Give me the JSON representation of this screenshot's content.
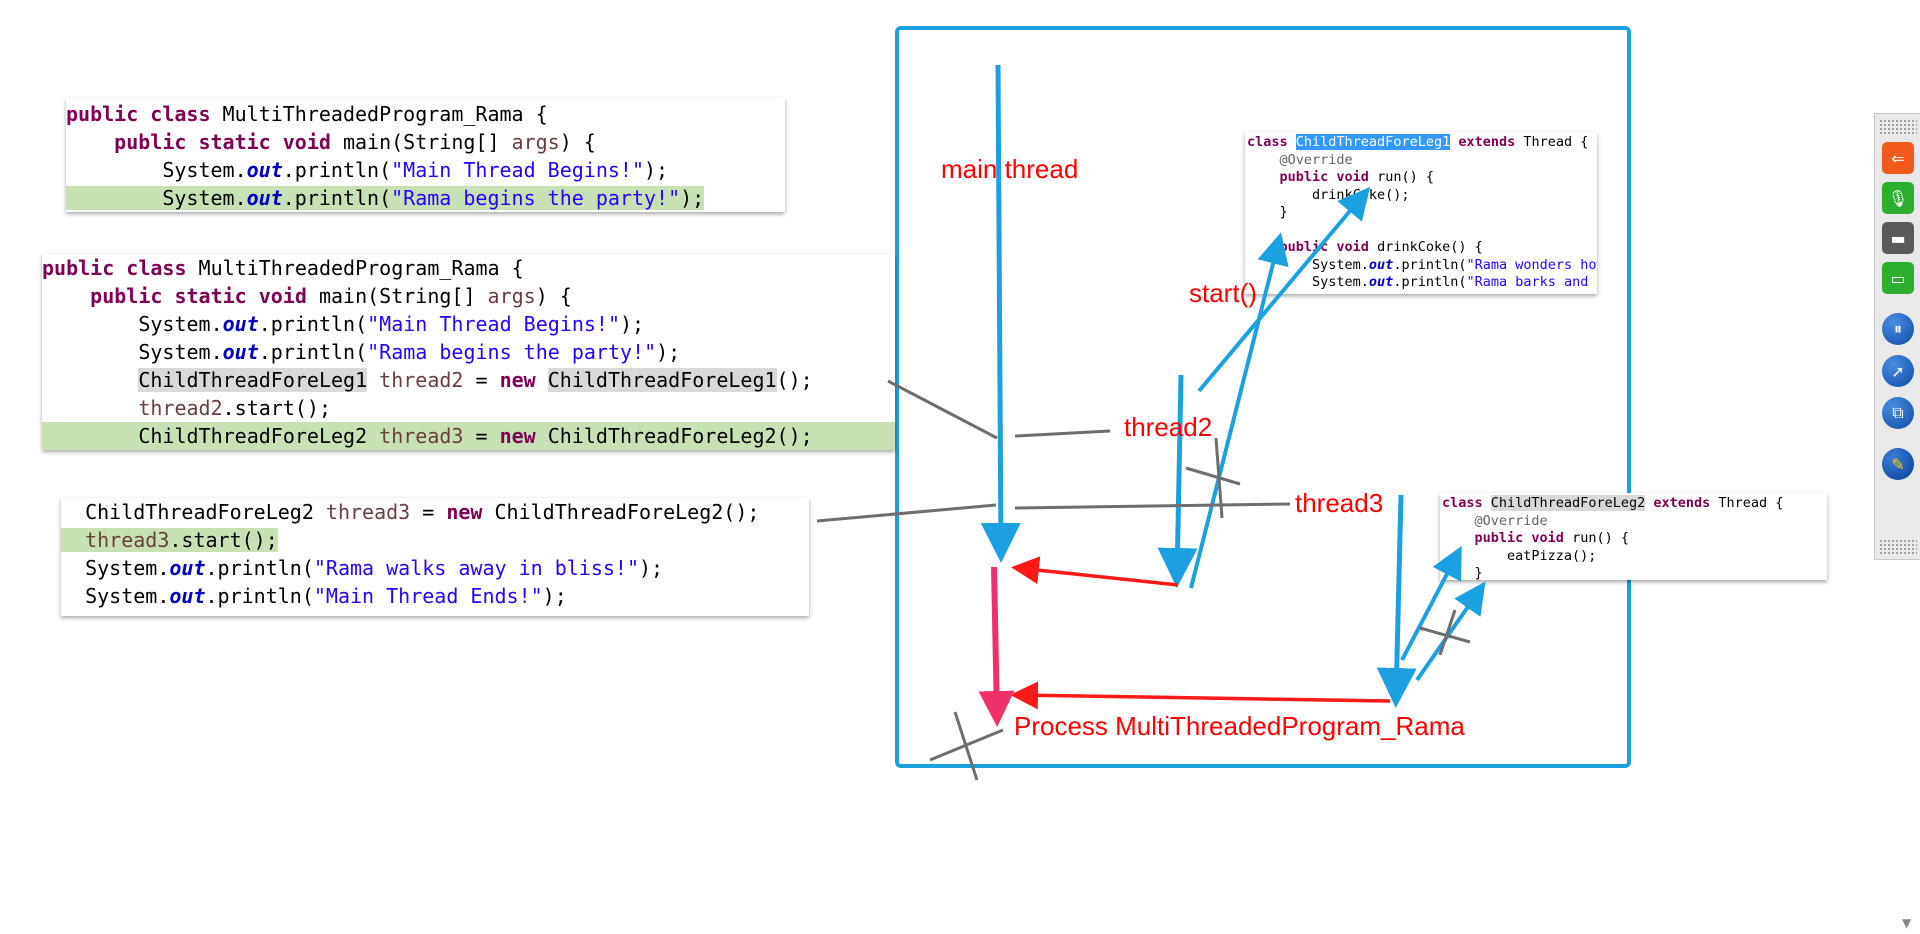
{
  "code_blocks": [
    {
      "lines": [
        [
          [
            "kw",
            "public class "
          ],
          [
            "",
            "MultiThreadedProgram_Rama {"
          ]
        ],
        [
          [
            "",
            "    "
          ],
          [
            "kw",
            "public static void "
          ],
          [
            "",
            "main(String[] "
          ],
          [
            "var",
            "args"
          ],
          [
            "",
            ") {"
          ]
        ],
        [
          [
            "",
            "        System."
          ],
          [
            "fld",
            "out"
          ],
          [
            "",
            ".println("
          ],
          [
            "str",
            "\"Main Thread Begins!\""
          ],
          [
            "",
            ");"
          ]
        ],
        [
          [
            "",
            "        System."
          ],
          [
            "fld",
            "out"
          ],
          [
            "",
            ".println("
          ],
          [
            "str",
            "\"Rama begins the party!\""
          ],
          [
            "",
            ");"
          ]
        ]
      ]
    },
    {
      "lines": [
        [
          [
            "kw",
            "public class "
          ],
          [
            "",
            "MultiThreadedProgram_Rama {"
          ]
        ],
        [
          [
            "",
            "    "
          ],
          [
            "kw",
            "public static void "
          ],
          [
            "",
            "main(String[] "
          ],
          [
            "var",
            "args"
          ],
          [
            "",
            ") {"
          ]
        ],
        [
          [
            "",
            "        System."
          ],
          [
            "fld",
            "out"
          ],
          [
            "",
            ".println("
          ],
          [
            "str",
            "\"Main Thread Begins!\""
          ],
          [
            "",
            ");"
          ]
        ],
        [
          [
            "",
            "        System."
          ],
          [
            "fld",
            "out"
          ],
          [
            "",
            ".println("
          ],
          [
            "str",
            "\"Rama begins the party!\""
          ],
          [
            "",
            ");"
          ]
        ],
        [
          [
            "",
            "        "
          ],
          [
            "gray",
            "ChildThreadForeLeg1"
          ],
          [
            "",
            " "
          ],
          [
            "var",
            "thread2"
          ],
          [
            "",
            " = "
          ],
          [
            "kw",
            "new "
          ],
          [
            "gray",
            "ChildThreadForeLeg1"
          ],
          [
            "",
            "();"
          ]
        ],
        [
          [
            "",
            "        "
          ],
          [
            "var",
            "thread2"
          ],
          [
            "",
            ".start();"
          ]
        ],
        [
          [
            "",
            "        ChildThreadForeLeg2 "
          ],
          [
            "var",
            "thread3"
          ],
          [
            "",
            " = "
          ],
          [
            "kw",
            "new "
          ],
          [
            "",
            "ChildThreadForeLeg2();"
          ]
        ]
      ]
    },
    {
      "lines": [
        [
          [
            "",
            "  ChildThreadForeLeg2 "
          ],
          [
            "var",
            "thread3"
          ],
          [
            "",
            " = "
          ],
          [
            "kw",
            "new "
          ],
          [
            "",
            "ChildThreadForeLeg2();"
          ]
        ],
        [
          [
            "",
            "  "
          ],
          [
            "var",
            "thread3"
          ],
          [
            "",
            ".start();"
          ]
        ],
        [
          [
            "",
            "  System."
          ],
          [
            "fld",
            "out"
          ],
          [
            "",
            ".println("
          ],
          [
            "str",
            "\"Rama walks away in bliss!\""
          ],
          [
            "",
            ");"
          ]
        ],
        [
          [
            "",
            "  System."
          ],
          [
            "fld",
            "out"
          ],
          [
            "",
            ".println("
          ],
          [
            "str",
            "\"Main Thread Ends!\""
          ],
          [
            "",
            ");"
          ]
        ]
      ]
    },
    {
      "lines": [
        [
          [
            "kw",
            "class "
          ],
          [
            "sel",
            "ChildThreadForeLeg1"
          ],
          [
            "",
            " "
          ],
          [
            "kw",
            "extends "
          ],
          [
            "",
            "Thread {"
          ]
        ],
        [
          [
            "ann",
            "    @Override"
          ]
        ],
        [
          [
            "",
            "    "
          ],
          [
            "kw",
            "public void "
          ],
          [
            "",
            "run() {"
          ]
        ],
        [
          [
            "",
            "        drinkCoke();"
          ]
        ],
        [
          [
            "",
            "    }"
          ]
        ],
        [
          [
            "",
            ""
          ]
        ],
        [
          [
            "",
            "    "
          ],
          [
            "kw",
            "public void "
          ],
          [
            "",
            "drinkCoke() {"
          ]
        ],
        [
          [
            "",
            "        System."
          ],
          [
            "fld",
            "out"
          ],
          [
            "",
            ".println("
          ],
          [
            "str",
            "\"Rama wonders how"
          ]
        ],
        [
          [
            "",
            "        System."
          ],
          [
            "fld",
            "out"
          ],
          [
            "",
            ".println("
          ],
          [
            "str",
            "\"Rama barks and t"
          ]
        ]
      ]
    },
    {
      "lines": [
        [
          [
            "kw",
            "class "
          ],
          [
            "gray",
            "ChildThreadForeLeg2"
          ],
          [
            "",
            " "
          ],
          [
            "kw",
            "extends "
          ],
          [
            "",
            "Thread {"
          ]
        ],
        [
          [
            "ann",
            "    @Override"
          ]
        ],
        [
          [
            "",
            "    "
          ],
          [
            "kw",
            "public void "
          ],
          [
            "",
            "run() {"
          ]
        ],
        [
          [
            "",
            "        eatPizza();"
          ]
        ],
        [
          [
            "",
            "    }"
          ]
        ]
      ]
    }
  ],
  "labels": {
    "main_thread": "main thread",
    "start": "start()",
    "thread2": "thread2",
    "thread3": "thread3",
    "process": "Process MultiThreadedProgram_Rama"
  },
  "colors": {
    "arrow_blue": "#1ba1e2",
    "arrow_red": "#ff1a1a",
    "arrow_pink": "#f0306a",
    "connector_gray": "#6e6e6e",
    "label_red": "#ff0000"
  },
  "toolbar": {
    "icons": [
      "back-arrow-icon",
      "microphone-icon",
      "camera-icon",
      "screen-icon",
      "pause-icon",
      "pointer-icon",
      "window-icon",
      "highlighter-icon"
    ],
    "glyphs": [
      "⇐",
      "🎙",
      "▬",
      "▭",
      "⏸",
      "➚",
      "⧉",
      "✎"
    ]
  }
}
